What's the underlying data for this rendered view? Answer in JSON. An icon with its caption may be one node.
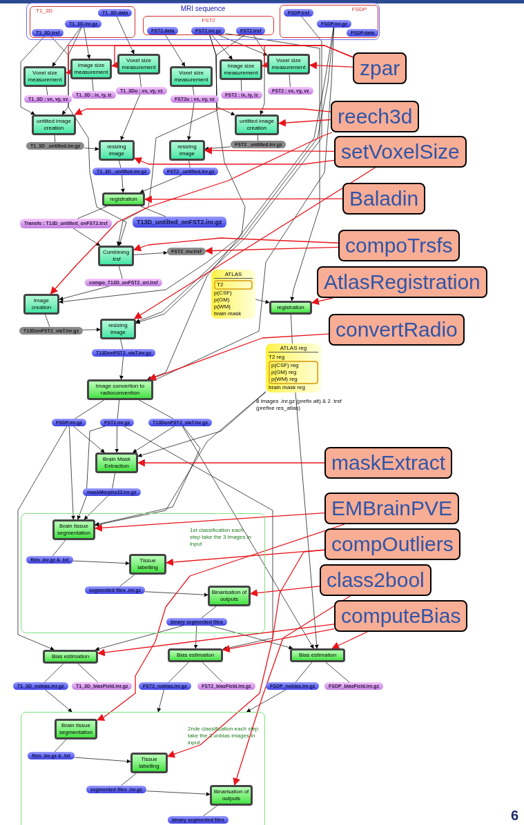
{
  "diagram": {
    "nodes": [
      {
        "text": [
          "MRI sequence"
        ]
      },
      {
        "text": [
          "T1_3D"
        ],
        "in": 0
      },
      {
        "text": [
          "T1_3D.data"
        ],
        "in": 1
      },
      {
        "text": [
          "T1_3D.inr.gz"
        ],
        "in": 1
      },
      {
        "text": [
          "T1_3D.trsf"
        ],
        "in": 1
      },
      {
        "text": [
          "FST2"
        ],
        "in": 0
      },
      {
        "text": [
          "FST2.data"
        ],
        "in": 5
      },
      {
        "text": [
          "FST2.inr.gz"
        ],
        "in": 5
      },
      {
        "text": [
          "FST2.trsf"
        ],
        "in": 5
      },
      {
        "text": [
          "FSDP"
        ],
        "in": 0
      },
      {
        "text": [
          "FSDP.trsf"
        ],
        "in": 9
      },
      {
        "text": [
          "FSDP.inr.gz"
        ],
        "in": 9
      },
      {
        "text": [
          "FSDP.data"
        ],
        "in": 9
      },
      {
        "text": [
          "Voxel size measurement"
        ]
      },
      {
        "text": [
          "Image size measurement"
        ]
      },
      {
        "text": [
          "Voxel size measurement"
        ]
      },
      {
        "text": [
          "T1_3D : vx, vy, vz"
        ]
      },
      {
        "text": [
          "T1_3D : ix, iy, iz"
        ]
      },
      {
        "text": [
          "T1_3Du : vx, vy, vz"
        ]
      },
      {
        "text": [
          "Voxel size measurement"
        ]
      },
      {
        "text": [
          "FST2u : vx, vy, vz"
        ]
      },
      {
        "text": [
          "Image size measurement"
        ]
      },
      {
        "text": [
          "FST2 : ix, iy, iz"
        ]
      },
      {
        "text": [
          "Voxel size measurement"
        ]
      },
      {
        "text": [
          "FST2 : vx, vy, vz"
        ]
      },
      {
        "text": [
          "untilted image creation"
        ]
      },
      {
        "text": [
          "untilted image creation"
        ]
      },
      {
        "text": [
          "T1_3D _untilted.inr.gz"
        ]
      },
      {
        "text": [
          "FST2 _untilted.inr.gz"
        ]
      },
      {
        "text": [
          "resizing image"
        ]
      },
      {
        "text": [
          "resizing image"
        ]
      },
      {
        "text": [
          "T1_3D _untilted.inr.gz"
        ]
      },
      {
        "text": [
          "FST2 _untilted.inr.gz"
        ]
      },
      {
        "text": [
          "registration"
        ]
      },
      {
        "text": [
          "Transfo : T13D_untilted_onFST2.trsf"
        ]
      },
      {
        "text": [
          "T13D_untilted_onFST2.inr.gz"
        ]
      },
      {
        "text": [
          "Combining .trsf"
        ]
      },
      {
        "text": [
          "FST2_inv.trsf"
        ]
      },
      {
        "text": [
          "compo_T13D_onFST2_ori.trsf"
        ]
      },
      {
        "text": [
          "image creation"
        ]
      },
      {
        "text": [
          "T13DonFST2_viaT.inr.gz"
        ]
      },
      {
        "text": [
          "resizing image"
        ]
      },
      {
        "text": [
          "T13DonFST2_viaT.inr.gz"
        ]
      },
      {
        "text": [
          "ATLAS",
          "T2",
          "p(CSF)",
          "p(GM)",
          "p(WM)",
          "brain mask"
        ]
      },
      {
        "text": [
          "registration"
        ]
      },
      {
        "text": [
          "ATLAS reg",
          "T2 reg",
          "p(CSF) reg",
          "p(GM) reg",
          "p(WM) reg",
          "brain mask reg"
        ]
      },
      {
        "text": [
          "Image convertion to radioconvention"
        ]
      },
      {
        "text": [
          "FSDP.inr.gz"
        ]
      },
      {
        "text": [
          "FST2.inr.gz"
        ]
      },
      {
        "text": [
          "T13DonFST2_viaT.inr.gz"
        ]
      },
      {
        "text": [
          "Brain Mask Extraction"
        ]
      },
      {
        "text": [
          "maskMorpho33.inr.gz"
        ]
      },
      {
        "text": [],
        "shape": "box"
      },
      {
        "text": [
          "Brain tissue segmentation"
        ],
        "in": 52
      },
      {
        "text": [
          "files .inr.gz & .txt"
        ],
        "in": 52
      },
      {
        "text": [
          "Tissue labelling"
        ],
        "in": 52
      },
      {
        "text": [
          "segmented files .inr.gz"
        ],
        "in": 52
      },
      {
        "text": [
          "Binarisation of outputs"
        ],
        "in": 52
      },
      {
        "text": [
          "binary segmented files"
        ],
        "in": 52
      },
      {
        "text": [
          "Bias estimation"
        ]
      },
      {
        "text": [
          "Bias estimation"
        ]
      },
      {
        "text": [
          "Bias estimation"
        ]
      },
      {
        "text": [
          "T1_3D_nobias.inr.gz"
        ]
      },
      {
        "text": [
          "T1_3D_biasField.inr.gz"
        ]
      },
      {
        "text": [
          "FST2_nobias.inr.gz"
        ]
      },
      {
        "text": [
          "FST2_biasField.inr.gz"
        ]
      },
      {
        "text": [
          "FSDP_nobias.inr.gz"
        ]
      },
      {
        "text": [
          "FSDP_biasField.inr.gz"
        ]
      },
      {
        "text": [],
        "shape": "box"
      },
      {
        "text": [
          "Brain tissue segmentation"
        ],
        "in": 68
      },
      {
        "text": [
          "files .inr.gz & .txt"
        ],
        "in": 68
      },
      {
        "text": [
          "Tissue labelling"
        ],
        "in": 68
      },
      {
        "text": [
          "segmented files .inr.gz"
        ],
        "in": 68
      },
      {
        "text": [
          "Binarisation of outputs"
        ],
        "in": 68
      },
      {
        "text": [
          "binary segmented files"
        ],
        "in": 68
      },
      {
        "text": [
          "zpar"
        ]
      },
      {
        "text": [
          "reech3d"
        ]
      },
      {
        "text": [
          "setVoxelSize"
        ]
      },
      {
        "text": [
          "Baladin"
        ]
      },
      {
        "text": [
          "compoTrsfs"
        ]
      },
      {
        "text": [
          "AtlasRegistration"
        ]
      },
      {
        "text": [
          "convertRadio"
        ]
      },
      {
        "text": [
          "maskExtract"
        ]
      },
      {
        "text": [
          "EMBrainPVE"
        ]
      },
      {
        "text": [
          "compOutliers"
        ]
      },
      {
        "text": [
          "class2bool"
        ]
      },
      {
        "text": [
          "computeBias"
        ]
      }
    ],
    "edges": [
      {
        "from": 3,
        "to": 13,
        "arrow": "to"
      },
      {
        "from": 3,
        "to": 14,
        "arrow": "to"
      },
      {
        "from": 3,
        "to": 25,
        "arrow": "to"
      },
      {
        "from": 4,
        "to": 25,
        "arrow": "to"
      },
      {
        "from": 4,
        "to": 36,
        "arrow": "to"
      },
      {
        "from": 2,
        "to": 15,
        "arrow": "to"
      },
      {
        "from": 13,
        "to": 16,
        "arrow": "none"
      },
      {
        "from": 14,
        "to": 17,
        "arrow": "none"
      },
      {
        "from": 15,
        "to": 18,
        "arrow": "none"
      },
      {
        "from": 18,
        "to": 29,
        "arrow": "to"
      },
      {
        "from": 25,
        "to": 27,
        "arrow": "none"
      },
      {
        "from": 27,
        "to": 29,
        "arrow": "to"
      },
      {
        "from": 29,
        "to": 31,
        "arrow": "none"
      },
      {
        "from": 31,
        "to": 33,
        "arrow": "to"
      },
      {
        "from": 6,
        "to": 19,
        "arrow": "to"
      },
      {
        "from": 19,
        "to": 20,
        "arrow": "none"
      },
      {
        "from": 20,
        "to": 30,
        "arrow": "to"
      },
      {
        "from": 7,
        "to": 21,
        "arrow": "to"
      },
      {
        "from": 7,
        "to": 23,
        "arrow": "to"
      },
      {
        "from": 7,
        "to": 26,
        "arrow": "to"
      },
      {
        "from": 7,
        "to": 44,
        "arrow": "to"
      },
      {
        "from": 7,
        "to": 46,
        "arrow": "to"
      },
      {
        "from": 8,
        "to": 26,
        "arrow": "to"
      },
      {
        "from": 8,
        "to": 36,
        "arrow": "to"
      },
      {
        "from": 21,
        "to": 22,
        "arrow": "none"
      },
      {
        "from": 23,
        "to": 24,
        "arrow": "none"
      },
      {
        "from": 26,
        "to": 28,
        "arrow": "none"
      },
      {
        "from": 28,
        "to": 30,
        "arrow": "to"
      },
      {
        "from": 30,
        "to": 32,
        "arrow": "none"
      },
      {
        "from": 32,
        "to": 33,
        "arrow": "to"
      },
      {
        "from": 33,
        "to": 34,
        "arrow": "none"
      },
      {
        "from": 33,
        "to": 35,
        "arrow": "none"
      },
      {
        "from": 34,
        "to": 36,
        "arrow": "to"
      },
      {
        "from": 36,
        "to": 37,
        "arrow": "to"
      },
      {
        "from": 36,
        "to": 38,
        "arrow": "none"
      },
      {
        "from": 38,
        "to": 39,
        "arrow": "to"
      },
      {
        "from": 39,
        "to": 40,
        "arrow": "none"
      },
      {
        "from": 40,
        "to": 41,
        "arrow": "to"
      },
      {
        "from": 41,
        "to": 42,
        "arrow": "none"
      },
      {
        "from": 42,
        "to": 46,
        "arrow": "to"
      },
      {
        "from": 11,
        "to": 39,
        "arrow": "to"
      },
      {
        "from": 11,
        "to": 41,
        "arrow": "to"
      },
      {
        "from": 10,
        "to": 41,
        "arrow": "to"
      },
      {
        "from": 11,
        "to": 46,
        "arrow": "to"
      },
      {
        "from": 43,
        "to": 44,
        "arrow": "to"
      },
      {
        "from": 44,
        "to": 45,
        "arrow": "none"
      },
      {
        "from": 45,
        "to": 50,
        "arrow": "to"
      },
      {
        "from": 45,
        "to": 53,
        "arrow": "to"
      },
      {
        "from": 45,
        "to": 61,
        "arrow": "to"
      },
      {
        "from": 46,
        "to": 47,
        "arrow": "none"
      },
      {
        "from": 46,
        "to": 48,
        "arrow": "none"
      },
      {
        "from": 46,
        "to": 49,
        "arrow": "none"
      },
      {
        "from": 47,
        "to": 50,
        "arrow": "to"
      },
      {
        "from": 48,
        "to": 50,
        "arrow": "to"
      },
      {
        "from": 49,
        "to": 50,
        "arrow": "to"
      },
      {
        "from": 50,
        "to": 51,
        "arrow": "none"
      },
      {
        "from": 51,
        "to": 53,
        "arrow": "to"
      },
      {
        "from": 47,
        "to": 53,
        "arrow": "to"
      },
      {
        "from": 48,
        "to": 53,
        "arrow": "to"
      },
      {
        "from": 49,
        "to": 53,
        "arrow": "to"
      },
      {
        "from": 47,
        "to": 59,
        "arrow": "to"
      },
      {
        "from": 48,
        "to": 60,
        "arrow": "to"
      },
      {
        "from": 49,
        "to": 61,
        "arrow": "to"
      },
      {
        "from": 53,
        "to": 54,
        "arrow": "none"
      },
      {
        "from": 54,
        "to": 55,
        "arrow": "to"
      },
      {
        "from": 55,
        "to": 56,
        "arrow": "none"
      },
      {
        "from": 56,
        "to": 57,
        "arrow": "to"
      },
      {
        "from": 57,
        "to": 58,
        "arrow": "none"
      },
      {
        "from": 58,
        "to": 59,
        "arrow": "to"
      },
      {
        "from": 58,
        "to": 60,
        "arrow": "to"
      },
      {
        "from": 58,
        "to": 61,
        "arrow": "to"
      },
      {
        "from": 59,
        "to": 62,
        "arrow": "none"
      },
      {
        "from": 59,
        "to": 63,
        "arrow": "none"
      },
      {
        "from": 60,
        "to": 64,
        "arrow": "none"
      },
      {
        "from": 60,
        "to": 65,
        "arrow": "none"
      },
      {
        "from": 61,
        "to": 66,
        "arrow": "none"
      },
      {
        "from": 61,
        "to": 67,
        "arrow": "none"
      },
      {
        "from": 62,
        "to": 68,
        "arrow": "to"
      },
      {
        "from": 64,
        "to": 68,
        "arrow": "to"
      },
      {
        "from": 66,
        "to": 68,
        "arrow": "to"
      },
      {
        "from": 69,
        "to": 70,
        "arrow": "none"
      },
      {
        "from": 70,
        "to": 71,
        "arrow": "to"
      },
      {
        "from": 71,
        "to": 72,
        "arrow": "none"
      },
      {
        "from": 72,
        "to": 73,
        "arrow": "to"
      },
      {
        "from": 73,
        "to": 74,
        "arrow": "none"
      },
      {
        "from": 75,
        "to": 13,
        "arrow": "to",
        "color": "#e8141c"
      },
      {
        "from": 75,
        "to": 14,
        "arrow": "to",
        "color": "#e8141c"
      },
      {
        "from": 75,
        "to": 21,
        "arrow": "to",
        "color": "#e8141c"
      },
      {
        "from": 75,
        "to": 23,
        "arrow": "to",
        "color": "#e8141c"
      },
      {
        "from": 76,
        "to": 25,
        "arrow": "to",
        "color": "#e8141c"
      },
      {
        "from": 76,
        "to": 26,
        "arrow": "to",
        "color": "#e8141c"
      },
      {
        "from": 76,
        "to": 39,
        "arrow": "to",
        "color": "#e8141c"
      },
      {
        "from": 77,
        "to": 29,
        "arrow": "to",
        "color": "#e8141c"
      },
      {
        "from": 77,
        "to": 30,
        "arrow": "to",
        "color": "#e8141c"
      },
      {
        "from": 77,
        "to": 41,
        "arrow": "to",
        "color": "#e8141c"
      },
      {
        "from": 78,
        "to": 33,
        "arrow": "to",
        "color": "#e8141c"
      },
      {
        "from": 79,
        "to": 36,
        "arrow": "to",
        "color": "#e8141c"
      },
      {
        "from": 79,
        "to": 37,
        "arrow": "to",
        "color": "#e8141c"
      },
      {
        "from": 80,
        "to": 44,
        "arrow": "to",
        "color": "#e8141c"
      },
      {
        "from": 81,
        "to": 46,
        "arrow": "to",
        "color": "#e8141c"
      },
      {
        "from": 82,
        "to": 50,
        "arrow": "to",
        "color": "#e8141c"
      },
      {
        "from": 83,
        "to": 53,
        "arrow": "to",
        "color": "#e8141c"
      },
      {
        "from": 83,
        "to": 69,
        "arrow": "to",
        "color": "#e8141c"
      },
      {
        "from": 84,
        "to": 55,
        "arrow": "to",
        "color": "#e8141c"
      },
      {
        "from": 84,
        "to": 71,
        "arrow": "to",
        "color": "#e8141c"
      },
      {
        "from": 85,
        "to": 57,
        "arrow": "to",
        "color": "#e8141c"
      },
      {
        "from": 85,
        "to": 73,
        "arrow": "to",
        "color": "#e8141c"
      },
      {
        "from": 86,
        "to": 59,
        "arrow": "to",
        "color": "#e8141c"
      },
      {
        "from": 86,
        "to": 60,
        "arrow": "to",
        "color": "#e8141c"
      },
      {
        "from": 86,
        "to": 61,
        "arrow": "to",
        "color": "#e8141c"
      }
    ],
    "labels": [
      "8 images .inr.gz (prefix alt) & 2 .trsf (prefixe res_atlas)",
      "1st classification each step take the 3 images in input",
      "2nde classification each step take the 3 unbias images in input",
      "6"
    ]
  }
}
